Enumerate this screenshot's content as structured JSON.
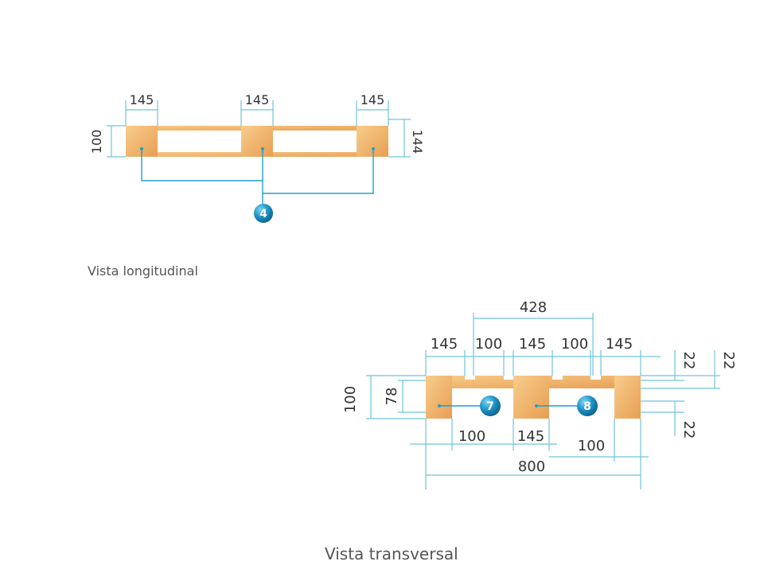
{
  "longitudinal": {
    "caption": "Vista longitudinal",
    "top_dims": [
      "145",
      "145",
      "145"
    ],
    "left_dim": "100",
    "right_dim": "144",
    "callout": "4"
  },
  "transversal": {
    "caption": "Vista transversal",
    "dim_428": "428",
    "top_dims": [
      "145",
      "100",
      "145",
      "100",
      "145"
    ],
    "left_dim_100": "100",
    "left_dim_78": "78",
    "right_dim_22a": "22",
    "right_dim_22b": "22",
    "right_dim_22c": "22",
    "bottom_100a": "100",
    "bottom_145": "145",
    "bottom_100b": "100",
    "total": "800",
    "callout_7": "7",
    "callout_8": "8"
  },
  "colors": {
    "wood_light": "#f5c47e",
    "wood_dark": "#e49a4c",
    "dimension_line": "#6fc3dc",
    "badge": "#1e8fc0"
  }
}
